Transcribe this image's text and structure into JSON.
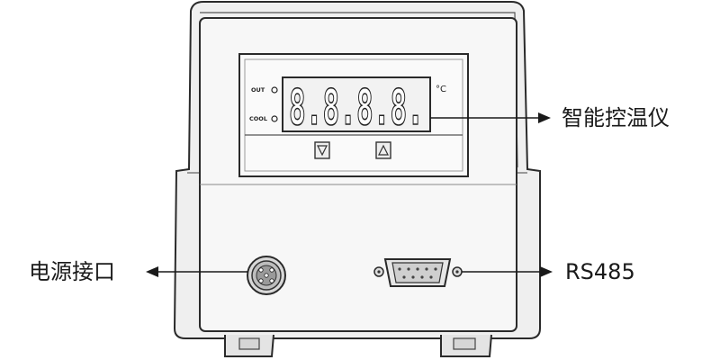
{
  "labels": {
    "temperature_controller": "智能控温仪",
    "power_port": "电源接口",
    "rs485": "RS485"
  },
  "panel": {
    "out_indicator": "OUT",
    "cool_indicator": "COOL",
    "unit": "°C",
    "display_digits": "8.8.8.8."
  },
  "colors": {
    "stroke": "#2a2a2a",
    "casing": "#f3f3f3",
    "panel": "#fafafa"
  }
}
